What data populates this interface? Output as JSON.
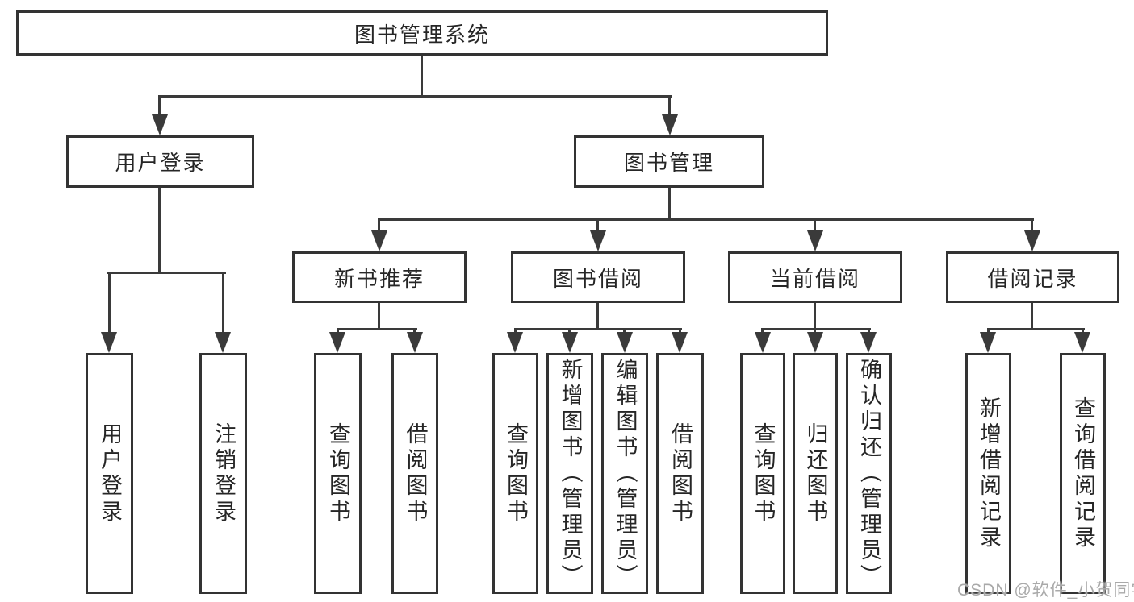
{
  "diagram": {
    "tree": {
      "root": {
        "label": "图书管理系统"
      },
      "branches": [
        {
          "label": "用户登录",
          "children": [
            {
              "label": "用户登录"
            },
            {
              "label": "注销登录"
            }
          ]
        },
        {
          "label": "图书管理",
          "children": [
            {
              "label": "新书推荐",
              "children": [
                {
                  "label": "查询图书"
                },
                {
                  "label": "借阅图书"
                }
              ]
            },
            {
              "label": "图书借阅",
              "children": [
                {
                  "label": "查询图书"
                },
                {
                  "label": "新增图书（管理员）"
                },
                {
                  "label": "编辑图书（管理员）"
                },
                {
                  "label": "借阅图书"
                }
              ]
            },
            {
              "label": "当前借阅",
              "children": [
                {
                  "label": "查询图书"
                },
                {
                  "label": "归还图书"
                },
                {
                  "label": "确认归还（管理员）"
                }
              ]
            },
            {
              "label": "借阅记录",
              "children": [
                {
                  "label": "新增借阅记录"
                },
                {
                  "label": "查询借阅记录"
                }
              ]
            }
          ]
        }
      ]
    },
    "colors": {
      "line": "#3a3a3a",
      "border": "#333333",
      "text": "#262626",
      "box_background": "#ffffff",
      "page_background": "#ffffff",
      "watermark": "#a9a9a9"
    }
  },
  "watermark": {
    "text": "CSDN @软件_小贺同学"
  }
}
